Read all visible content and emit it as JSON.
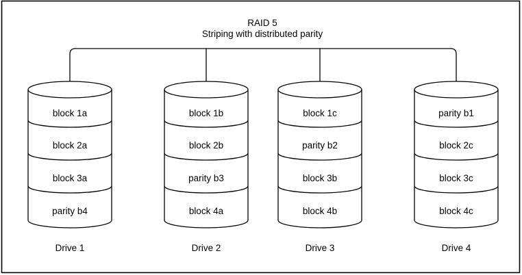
{
  "diagram": {
    "title": "RAID 5",
    "subtitle": "Striping with distributed parity"
  },
  "drives": [
    {
      "label": "Drive 1",
      "blocks": [
        "block 1a",
        "block 2a",
        "block 3a",
        "parity b4"
      ]
    },
    {
      "label": "Drive 2",
      "blocks": [
        "block 1b",
        "block 2b",
        "parity b3",
        "block 4a"
      ]
    },
    {
      "label": "Drive 3",
      "blocks": [
        "block 1c",
        "parity b2",
        "block 3b",
        "block 4b"
      ]
    },
    {
      "label": "Drive 4",
      "blocks": [
        "parity b1",
        "block 2c",
        "block 3c",
        "block 4c"
      ]
    }
  ],
  "colors": {
    "line": "#000000",
    "text": "#000000",
    "background": "#ffffff"
  }
}
